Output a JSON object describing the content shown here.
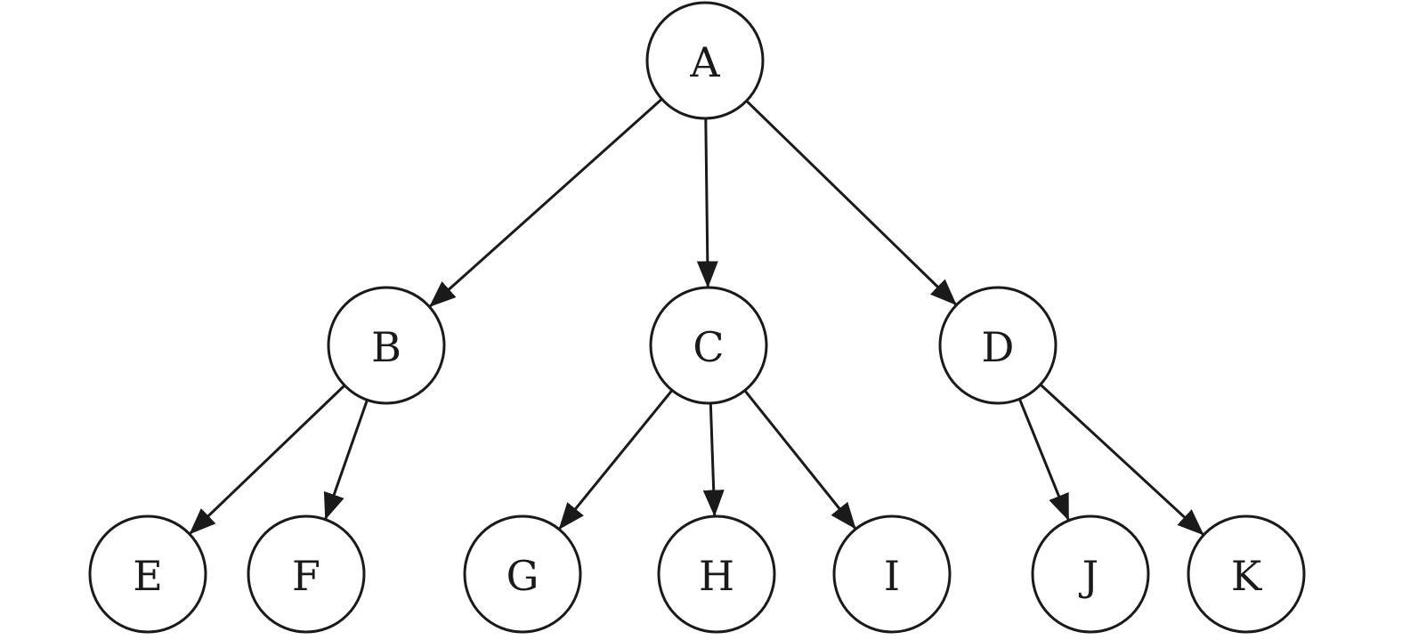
{
  "diagram": {
    "type": "tree",
    "nodes": [
      {
        "id": "A",
        "label": "A"
      },
      {
        "id": "B",
        "label": "B"
      },
      {
        "id": "C",
        "label": "C"
      },
      {
        "id": "D",
        "label": "D"
      },
      {
        "id": "E",
        "label": "E"
      },
      {
        "id": "F",
        "label": "F"
      },
      {
        "id": "G",
        "label": "G"
      },
      {
        "id": "H",
        "label": "H"
      },
      {
        "id": "I",
        "label": "I"
      },
      {
        "id": "J",
        "label": "J"
      },
      {
        "id": "K",
        "label": "K"
      }
    ],
    "edges": [
      {
        "from": "A",
        "to": "B"
      },
      {
        "from": "A",
        "to": "C"
      },
      {
        "from": "A",
        "to": "D"
      },
      {
        "from": "B",
        "to": "E"
      },
      {
        "from": "B",
        "to": "F"
      },
      {
        "from": "C",
        "to": "G"
      },
      {
        "from": "C",
        "to": "H"
      },
      {
        "from": "C",
        "to": "I"
      },
      {
        "from": "D",
        "to": "J"
      },
      {
        "from": "D",
        "to": "K"
      }
    ],
    "colors": {
      "stroke": "#1a1a1a",
      "fill": "#ffffff"
    }
  }
}
